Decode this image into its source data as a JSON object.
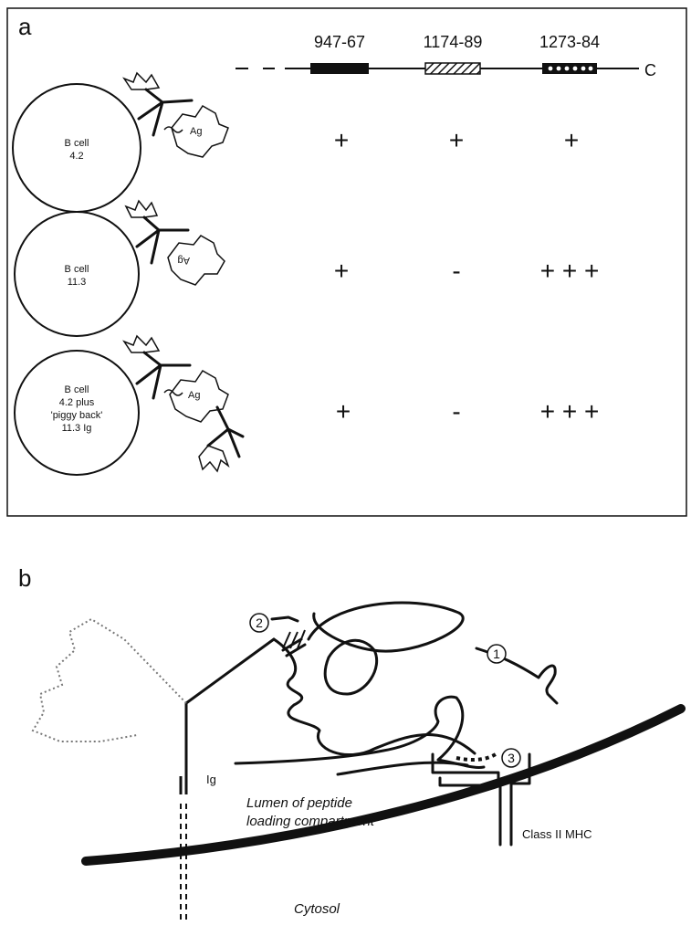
{
  "panel_a": {
    "label": "a",
    "segments": [
      {
        "label": "947-67",
        "style": "solid"
      },
      {
        "label": "1174-89",
        "style": "hatched"
      },
      {
        "label": "1273-84",
        "style": "dotted"
      }
    ],
    "c_terminus": "C",
    "rows": [
      {
        "cell": [
          "B cell",
          "4.2"
        ],
        "ag": "Ag",
        "results": [
          "+",
          "+",
          "+"
        ]
      },
      {
        "cell": [
          "B cell",
          "11.3"
        ],
        "ag": "Ag",
        "results": [
          "+",
          "-",
          "+ + +"
        ]
      },
      {
        "cell": [
          "B cell",
          "4.2 plus",
          "'piggy back'",
          "11.3 Ig"
        ],
        "ag": "Ag",
        "results": [
          "+",
          "-",
          "+ + +"
        ]
      }
    ]
  },
  "panel_b": {
    "label": "b",
    "callouts": [
      "1",
      "2",
      "3"
    ],
    "ig": "Ig",
    "lumen": [
      "Lumen of peptide",
      "loading compartment"
    ],
    "mhc": "Class II MHC",
    "cytosol": "Cytosol"
  }
}
